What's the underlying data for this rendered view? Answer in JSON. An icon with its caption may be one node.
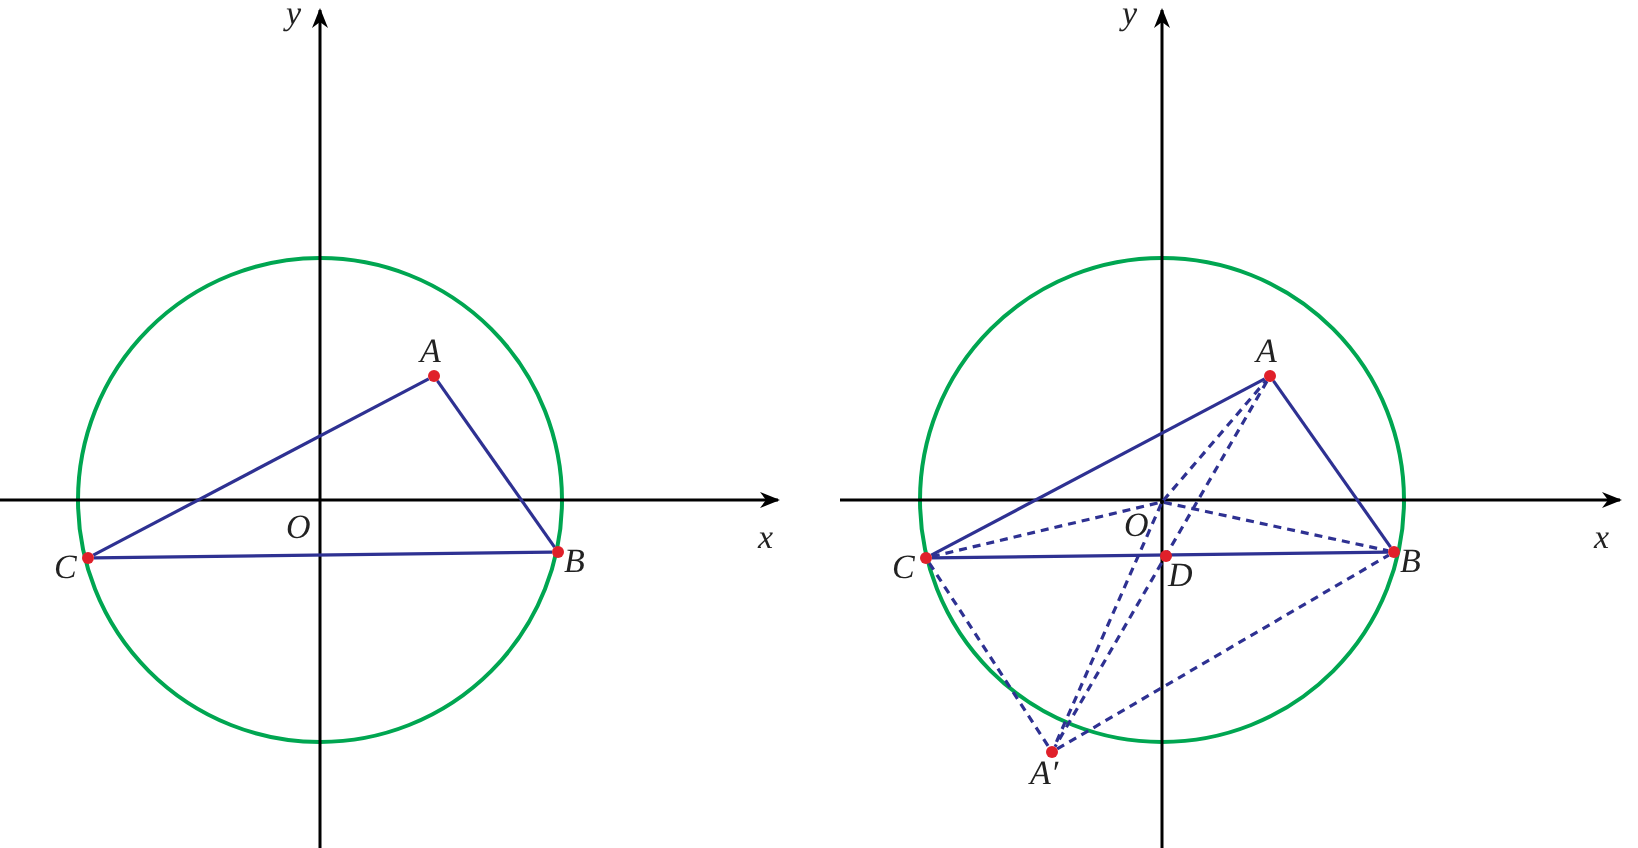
{
  "diagram": {
    "nodes": [
      {
        "text": [],
        "shape": "circle",
        "beside": [
          "A"
        ]
      },
      {
        "text": [],
        "shape": "circle",
        "beside": [
          "B"
        ]
      },
      {
        "text": [],
        "shape": "circle",
        "beside": [
          "C"
        ]
      },
      {
        "text": [],
        "shape": "circle",
        "beside": [
          "A"
        ]
      },
      {
        "text": [],
        "shape": "circle",
        "beside": [
          "B"
        ]
      },
      {
        "text": [],
        "shape": "circle",
        "beside": [
          "C"
        ]
      },
      {
        "text": [],
        "shape": "point",
        "beside": [
          "O"
        ]
      },
      {
        "text": [],
        "shape": "circle",
        "beside": [
          "D"
        ]
      },
      {
        "text": [],
        "shape": "circle",
        "beside": [
          "A′"
        ]
      }
    ],
    "edges": [
      {
        "from": 2,
        "to": 0,
        "arrow": "none"
      },
      {
        "from": 0,
        "to": 1,
        "arrow": "none"
      },
      {
        "from": 2,
        "to": 1,
        "arrow": "none"
      },
      {
        "from": 5,
        "to": 3,
        "arrow": "none"
      },
      {
        "from": 3,
        "to": 4,
        "arrow": "none"
      },
      {
        "from": 5,
        "to": 4,
        "arrow": "none"
      },
      {
        "from": 3,
        "to": 8,
        "arrow": "none",
        "style": "dashed"
      },
      {
        "from": 6,
        "to": 3,
        "arrow": "none",
        "style": "dashed"
      },
      {
        "from": 6,
        "to": 8,
        "arrow": "none",
        "style": "dashed"
      },
      {
        "from": 5,
        "to": 6,
        "arrow": "none",
        "style": "dashed"
      },
      {
        "from": 6,
        "to": 4,
        "arrow": "none",
        "style": "dashed"
      },
      {
        "from": 5,
        "to": 8,
        "arrow": "none",
        "style": "dashed"
      },
      {
        "from": 8,
        "to": 4,
        "arrow": "none",
        "style": "dashed"
      }
    ],
    "labels": [
      "y",
      "O",
      "x",
      "y",
      "x"
    ]
  }
}
